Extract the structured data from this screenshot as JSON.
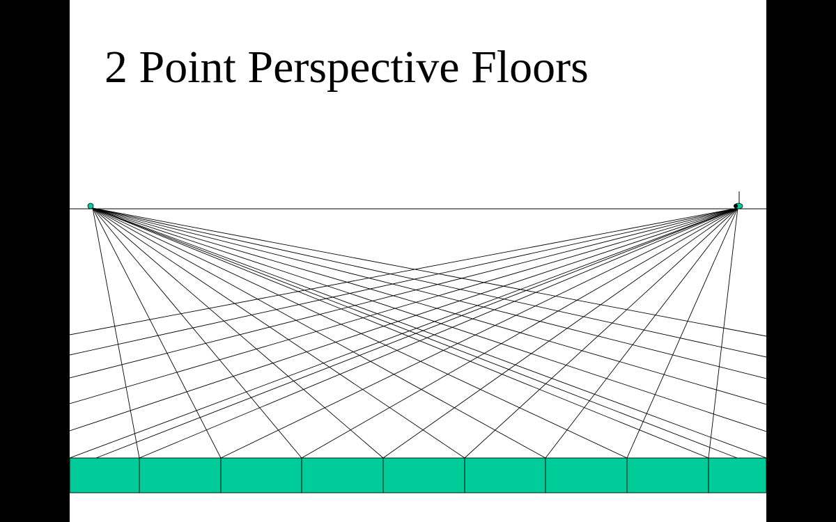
{
  "slide": {
    "title": "2 Point Perspective Floors"
  },
  "diagram": {
    "type": "two-point-perspective-floor",
    "vanishing_points": [
      "left-vanishing-point",
      "right-vanishing-point"
    ],
    "floor_tiles": 9,
    "colors": {
      "tile_fill": "#00CC99",
      "line": "#000000",
      "background": "#FFFFFF",
      "frame": "#000000"
    }
  }
}
